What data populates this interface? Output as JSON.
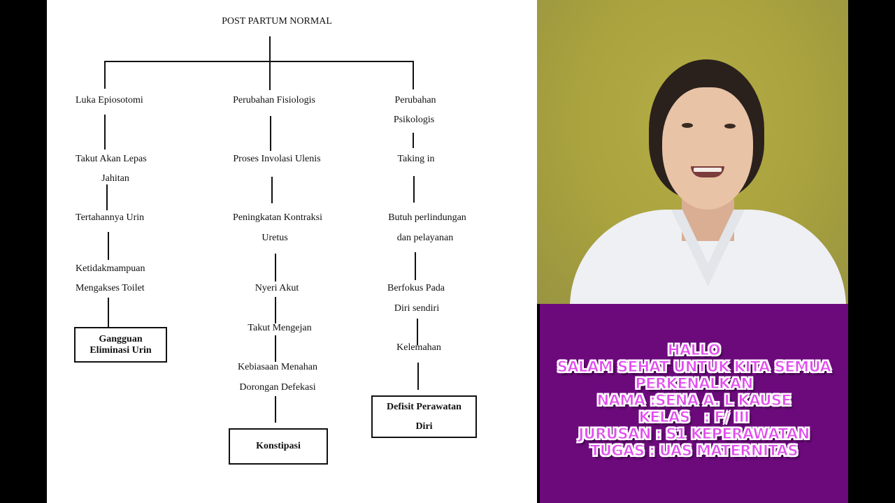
{
  "diagram": {
    "title": "POST PARTUM NORMAL",
    "branches": [
      {
        "root": "Luka Epiosotomi",
        "steps": [
          "Takut Akan Lepas Jahitan",
          "Tertahannya Urin",
          "Ketidakmampuan Mengakses Toilet"
        ],
        "outcome": "Gangguan Eliminasi Urin"
      },
      {
        "root": "Perubahan Fisiologis",
        "steps": [
          "Proses Involasi Ulenis",
          "Peningkatan Kontraksi Uretus",
          "Nyeri Akut",
          "Takut Mengejan",
          "Kebiasaan Menahan Dorongan Defekasi"
        ],
        "outcome": "Konstipasi"
      },
      {
        "root": "Perubahan Psikologis",
        "steps": [
          "Taking in",
          "Butuh perlindungan dan pelayanan",
          "Berfokus Pada Diri sendiri",
          "Kelemahan"
        ],
        "outcome": "Defisit Perawatan Diri"
      }
    ],
    "labels": {
      "b0_root": "Luka Epiosotomi",
      "b0_s1a": "Takut Akan Lepas",
      "b0_s1b": "Jahitan",
      "b0_s2": "Tertahannya Urin",
      "b0_s3a": "Ketidakmampuan",
      "b0_s3b": "Mengakses Toilet",
      "b0_out_a": "Gangguan",
      "b0_out_b": "Eliminasi Urin",
      "b1_root": "Perubahan Fisiologis",
      "b1_s1": "Proses Involasi Ulenis",
      "b1_s2a": "Peningkatan Kontraksi",
      "b1_s2b": "Uretus",
      "b1_s3": "Nyeri Akut",
      "b1_s4": "Takut Mengejan",
      "b1_s5a": "Kebiasaan Menahan",
      "b1_s5b": "Dorongan Defekasi",
      "b1_out": "Konstipasi",
      "b2_root_a": "Perubahan",
      "b2_root_b": "Psikologis",
      "b2_s1": "Taking in",
      "b2_s2a": "Butuh perlindungan",
      "b2_s2b": "dan pelayanan",
      "b2_s3a": "Berfokus Pada",
      "b2_s3b": "Diri sendiri",
      "b2_s4": "Kelemahan",
      "b2_out_a": "Defisit Perawatan",
      "b2_out_b": "Diri"
    }
  },
  "webcam": {
    "background_color": "#aba43f"
  },
  "banner": {
    "background_color": "#6c0a7c",
    "text_color": "#e24cf0",
    "lines": [
      "Hallo",
      "Salam Sehat Untuk Kita Semua",
      "Perkenalkan",
      "Nama :Sena A. L Kause",
      "Kelas   : F/ III",
      "Jurusan : S1 Keperawatan",
      "Tugas : UAS Maternitas"
    ]
  }
}
